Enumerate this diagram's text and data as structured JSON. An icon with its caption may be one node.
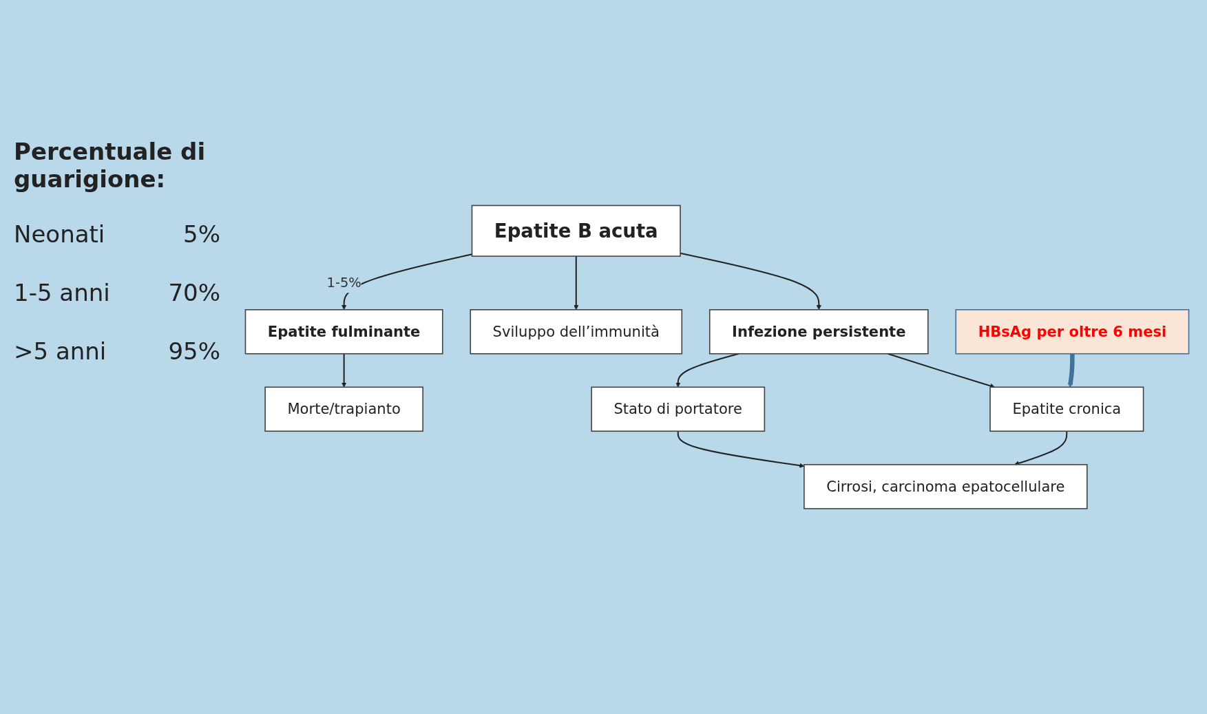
{
  "diagram": {
    "nodes": [
      {
        "text": [
          "Epatite B acuta"
        ]
      },
      {
        "text": [
          "Epatite fulminante"
        ]
      },
      {
        "text": [
          "Morte/trapianto"
        ]
      },
      {
        "text": [
          "Infezione persistente"
        ]
      },
      {
        "text": [
          "Stato di portatore"
        ]
      },
      {
        "text": [
          "Epatite cronica"
        ]
      },
      {
        "text": [
          "Sviluppo dell’immunità"
        ]
      },
      {
        "text": [
          "Cirrosi, carcinoma epatocellulare"
        ]
      },
      {
        "text": [
          "HBsAg per oltre 6 mesi"
        ]
      }
    ],
    "edges": [
      {
        "from": 0,
        "to": 1,
        "arrow": "to",
        "label": "1-5%"
      },
      {
        "from": 1,
        "to": 2,
        "arrow": "to"
      },
      {
        "from": 0,
        "to": 6,
        "arrow": "to"
      },
      {
        "from": 0,
        "to": 3,
        "arrow": "to"
      },
      {
        "from": 3,
        "to": 4,
        "arrow": "to"
      },
      {
        "from": 3,
        "to": 5,
        "arrow": "to"
      },
      {
        "from": 5,
        "to": 7,
        "arrow": "to"
      },
      {
        "from": 4,
        "to": 7,
        "arrow": "to"
      },
      {
        "from": 8,
        "to": 5,
        "arrow": "to",
        "style": "thick",
        "color": "#41719c"
      }
    ],
    "labels": [
      "Percentuale di guarigione:",
      "Neonati",
      "5%",
      "1-5 anni",
      "70%",
      ">5 anni",
      "95%"
    ]
  }
}
